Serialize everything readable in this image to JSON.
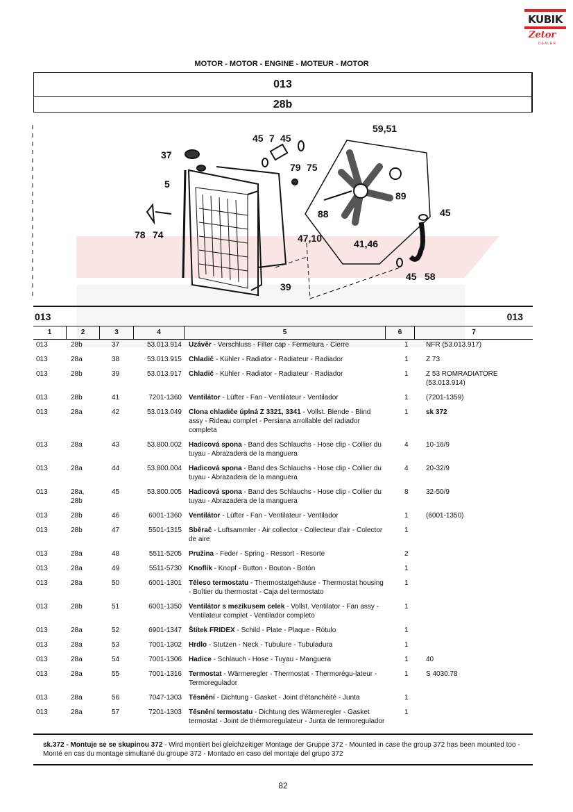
{
  "logo": {
    "brand": "KUBIK",
    "sub": "Zetor",
    "tag": "DEALER"
  },
  "header": {
    "title": "MOTOR - MOTOR - ENGINE - MOTEUR - MOTOR",
    "group": "013",
    "picture": "28b"
  },
  "diagram": {
    "labels": [
      "37",
      "45",
      "7",
      "45",
      "79",
      "75",
      "5",
      "78",
      "74",
      "47,10",
      "39",
      "59,51",
      "89",
      "88",
      "41,46",
      "45",
      "45",
      "58"
    ]
  },
  "table": {
    "group_left": "013",
    "group_right": "013",
    "columns": [
      "1",
      "2",
      "3",
      "4",
      "5",
      "6",
      "7"
    ],
    "rows": [
      {
        "c1": "013",
        "c2": "28b",
        "c3": "37",
        "c4": "53.013.914",
        "name": "Uzávěr",
        "desc": " - Verschluss - Filter cap - Fermetura - Cierre",
        "qty": "1",
        "note": "NFR (53.013.917)"
      },
      {
        "c1": "013",
        "c2": "28a",
        "c3": "38",
        "c4": "53.013.915",
        "name": "Chladič",
        "desc": " - Kühler - Radiator - Radiateur - Radiador",
        "qty": "1",
        "note": "Z 73"
      },
      {
        "c1": "013",
        "c2": "28b",
        "c3": "39",
        "c4": "53.013.917",
        "name": "Chladič",
        "desc": " - Kühler - Radiator - Radiateur - Radiador",
        "qty": "1",
        "note": "Z 53 ROMRADIATORE (53.013.914)"
      },
      {
        "c1": "013",
        "c2": "28b",
        "c3": "41",
        "c4": "7201-1360",
        "name": "Ventilátor",
        "desc": " - Lüfter - Fan - Ventilateur - Ventilador",
        "qty": "1",
        "note": "(7201-1359)"
      },
      {
        "c1": "013",
        "c2": "28a",
        "c3": "42",
        "c4": "53.013.049",
        "name": "Clona chladiče úplná Z 3321, 3341",
        "desc": " - Vollst. Blende - Blind assy - Rideau complet - Persiana arrollable del radiador completa",
        "qty": "1",
        "note": "sk 372",
        "note_bold": true
      },
      {
        "c1": "013",
        "c2": "28a",
        "c3": "43",
        "c4": "53.800.002",
        "name": "Hadicová spona",
        "desc": " - Band des Schlauchs - Hose clip - Collier du tuyau - Abrazadera de la manguera",
        "qty": "4",
        "note": "10-16/9"
      },
      {
        "c1": "013",
        "c2": "28a",
        "c3": "44",
        "c4": "53.800.004",
        "name": "Hadicová spona",
        "desc": " - Band des Schlauchs - Hose clip - Collier du tuyau - Abrazadera de la manguera",
        "qty": "4",
        "note": "20-32/9"
      },
      {
        "c1": "013",
        "c2": "28a,\n28b",
        "c3": "45",
        "c4": "53.800.005",
        "name": "Hadicová spona",
        "desc": " - Band des Schlauchs - Hose clip - Collier du tuyau - Abrazadera de la manguera",
        "qty": "8",
        "note": "32-50/9"
      },
      {
        "c1": "013",
        "c2": "28b",
        "c3": "46",
        "c4": "6001-1360",
        "name": "Ventilátor",
        "desc": " - Lüfter - Fan - Ventilateur - Ventilador",
        "qty": "1",
        "note": "(6001-1350)"
      },
      {
        "c1": "013",
        "c2": "28b",
        "c3": "47",
        "c4": "5501-1315",
        "name": "Sběrač",
        "desc": " - Luftsammler - Air collector - Collecteur d'air - Colector de aire",
        "qty": "1",
        "note": ""
      },
      {
        "c1": "013",
        "c2": "28a",
        "c3": "48",
        "c4": "5511-5205",
        "name": "Pružina",
        "desc": " - Feder - Spring - Ressort - Resorte",
        "qty": "2",
        "note": ""
      },
      {
        "c1": "013",
        "c2": "28a",
        "c3": "49",
        "c4": "5511-5730",
        "name": "Knoflík",
        "desc": " - Knopf - Button - Bouton - Botón",
        "qty": "1",
        "note": ""
      },
      {
        "c1": "013",
        "c2": "28a",
        "c3": "50",
        "c4": "6001-1301",
        "name": "Těleso termostatu",
        "desc": " - Thermostatgehäuse - Thermostat housing - Boîtier du thermostat - Caja del termostato",
        "qty": "1",
        "note": ""
      },
      {
        "c1": "013",
        "c2": "28b",
        "c3": "51",
        "c4": "6001-1350",
        "name": "Ventilátor s mezikusem celek",
        "desc": " - Vollst. Ventilator - Fan assy - Ventilateur complet - Ventilador completo",
        "qty": "1",
        "note": ""
      },
      {
        "c1": "013",
        "c2": "28a",
        "c3": "52",
        "c4": "6901-1347",
        "name": "Štítek FRIDEX",
        "desc": " - Schild - Plate - Plaque - Rótulo",
        "qty": "1",
        "note": ""
      },
      {
        "c1": "013",
        "c2": "28a",
        "c3": "53",
        "c4": "7001-1302",
        "name": "Hrdlo",
        "desc": " - Stutzen - Neck - Tubulure - Tubuladura",
        "qty": "1",
        "note": ""
      },
      {
        "c1": "013",
        "c2": "28a",
        "c3": "54",
        "c4": "7001-1306",
        "name": "Hadice",
        "desc": " - Schlauch - Hose - Tuyau - Manguera",
        "qty": "1",
        "note": "40"
      },
      {
        "c1": "013",
        "c2": "28a",
        "c3": "55",
        "c4": "7001-1316",
        "name": "Termostat",
        "desc": " - Wärmeregler - Thermostat - Thermorégu-lateur - Termoregulador",
        "qty": "1",
        "note": "S 4030.78"
      },
      {
        "c1": "013",
        "c2": "28a",
        "c3": "56",
        "c4": "7047-1303",
        "name": "Těsnění",
        "desc": " - Dichtung - Gasket - Joint d'étanchéité - Junta",
        "qty": "1",
        "note": ""
      },
      {
        "c1": "013",
        "c2": "28a",
        "c3": "57",
        "c4": "7201-1303",
        "name": "Těsnění termostatu",
        "desc": " - Dichtung des Wärmeregler - Gasket termostat - Joint de thérmoregulateur - Junta de termoregulador",
        "qty": "1",
        "note": ""
      }
    ]
  },
  "footnote": {
    "bold": "sk.372 - Montuje se se skupinou 372",
    "text": " - Wird montiert bei gleichzeitiger Montage der Gruppe 372 - Mounted in case the group 372 has been mounted too - Monté en cas du montage simultané du groupe 372 - Montado en caso del montaje del grupo 372"
  },
  "page_number": "82",
  "colors": {
    "brand_red": "#d9262a",
    "ink": "#111111"
  }
}
